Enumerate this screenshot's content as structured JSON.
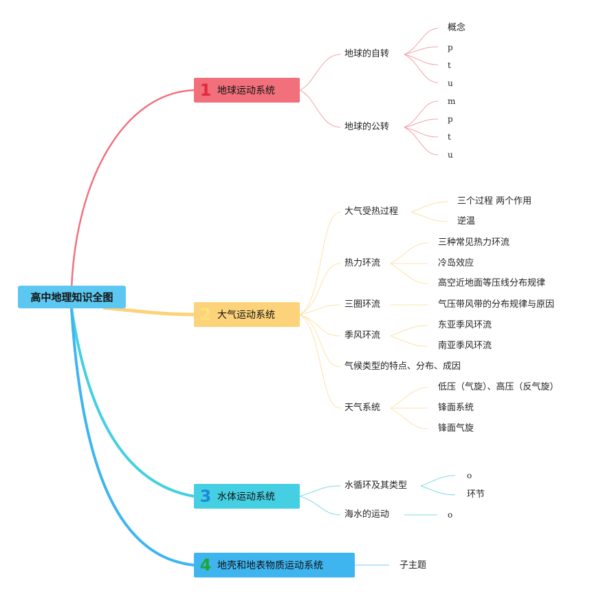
{
  "root": "高中地理知识全图",
  "branches": [
    {
      "num": "1",
      "label": "地球运动系统",
      "color": "#f1707c"
    },
    {
      "num": "2",
      "label": "大气运动系统",
      "color": "#fcd37a"
    },
    {
      "num": "3",
      "label": "水体运动系统",
      "color": "#45cfe2"
    },
    {
      "num": "4",
      "label": "地壳和地表物质运动系统",
      "color": "#3fb5f0"
    }
  ],
  "b1": {
    "rotation": "地球的自转",
    "rotation_children": [
      "概念",
      "p",
      "t",
      "u"
    ],
    "revolution": "地球的公转",
    "revolution_children": [
      "m",
      "p",
      "t",
      "u"
    ]
  },
  "b2": {
    "heating": "大气受热过程",
    "heating_children": [
      "三个过程 两个作用",
      "逆温"
    ],
    "thermal": "热力环流",
    "thermal_children": [
      "三种常见热力环流",
      "冷岛效应",
      "高空近地面等压线分布规律"
    ],
    "three_cell": "三圈环流",
    "three_cell_children": [
      "气压带风带的分布规律与原因"
    ],
    "monsoon": "季风环流",
    "monsoon_children": [
      "东亚季风环流",
      "南亚季风环流"
    ],
    "climate": "气候类型的特点、分布、成因",
    "weather": "天气系统",
    "weather_children": [
      "低压（气旋）、高压（反气旋）",
      "锋面系统",
      "锋面气旋"
    ]
  },
  "b3": {
    "cycle": "水循环及其类型",
    "cycle_children": [
      "o",
      "环节"
    ],
    "ocean": "海水的运动",
    "ocean_children": [
      "o"
    ]
  },
  "b4": {
    "child": "子主题"
  }
}
